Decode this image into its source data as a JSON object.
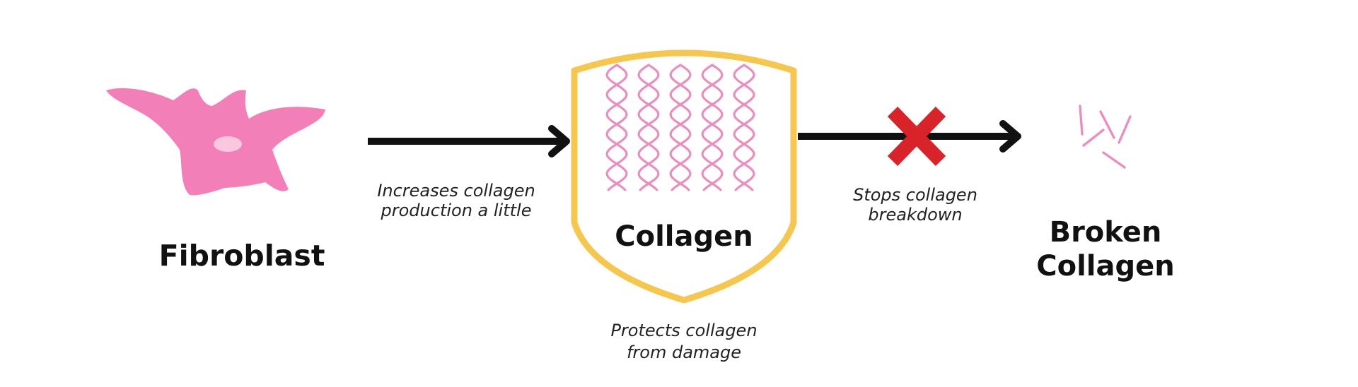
{
  "nodes": {
    "fibroblast": {
      "label": "Fibroblast"
    },
    "collagen": {
      "label": "Collagen"
    },
    "broken_collagen": {
      "label_line1": "Broken",
      "label_line2": "Collagen"
    }
  },
  "edges": {
    "increase": {
      "line1": "Increases collagen",
      "line2": "production a little"
    },
    "protect": {
      "line1": "Protects collagen",
      "line2": "from damage"
    },
    "stop": {
      "line1": "Stops collagen",
      "line2": "breakdown"
    }
  },
  "colors": {
    "fibroblast": "#f27fb8",
    "nucleus": "#f9c8df",
    "shield": "#f5c650",
    "fiber": "#e98fc0",
    "arrow": "#111111",
    "blocked": "#d9232a"
  },
  "icons": {
    "blocked": "x-mark-icon"
  }
}
